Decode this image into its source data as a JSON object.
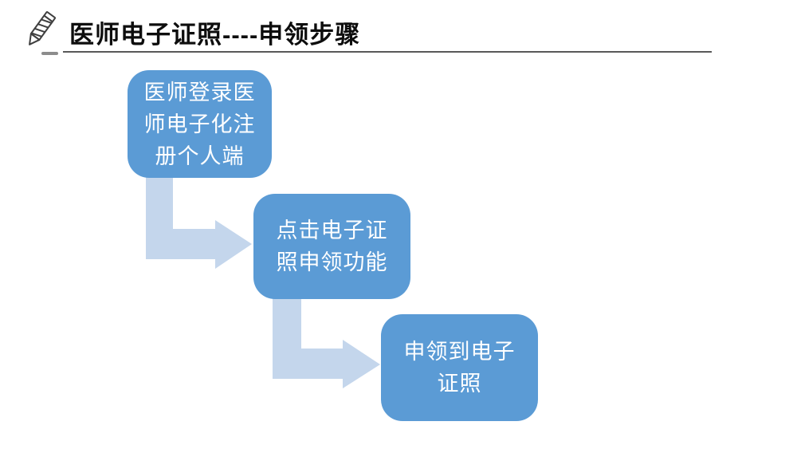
{
  "slide": {
    "title": "医师电子证照----申领步骤",
    "title_icon": "pencil-icon"
  },
  "steps": [
    {
      "label": "医师登录医师电子化注册个人端",
      "lines": [
        "医师登录医",
        "师电子化注",
        "册个人端"
      ]
    },
    {
      "label": "点击电子证照申领功能",
      "lines": [
        "点击电子证",
        "照申领功能"
      ]
    },
    {
      "label": "申领到电子证照",
      "lines": [
        "申领到电子",
        "证照"
      ]
    }
  ],
  "colors": {
    "box_fill": "#5B9BD5",
    "box_text": "#FFFFFF",
    "arrow_fill": "#C4D6EC",
    "title_text": "#0D0D0D",
    "underline": "#595959",
    "icon_stroke": "#3F3F3F",
    "icon_dash": "#8C8C8C"
  }
}
